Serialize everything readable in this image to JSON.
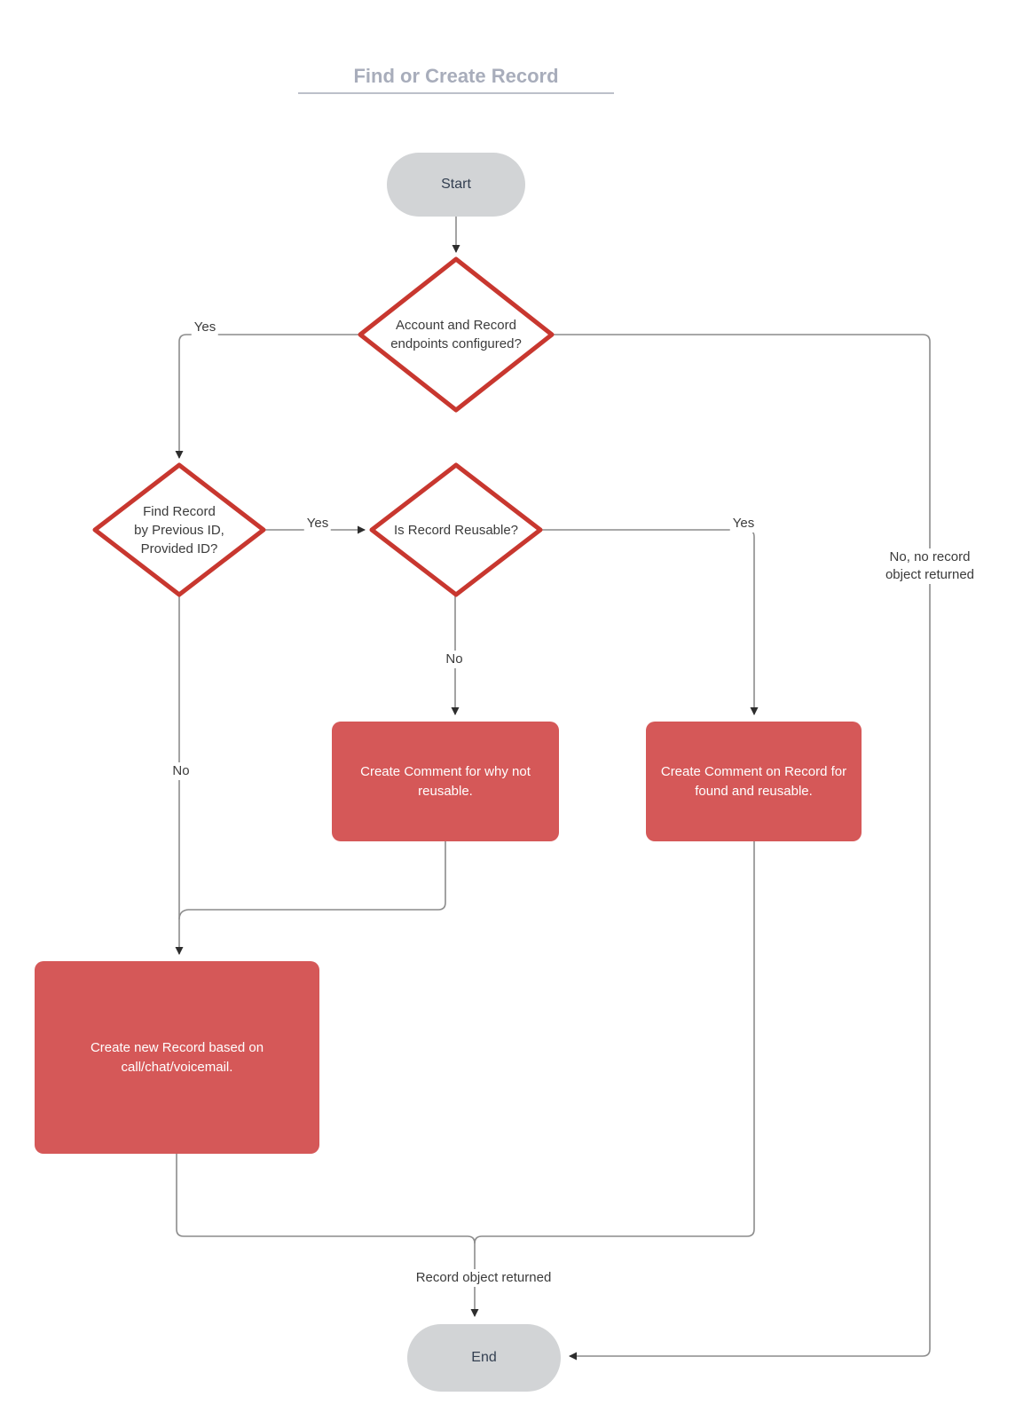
{
  "title": {
    "text": "Find or Create Record"
  },
  "nodes": {
    "start": {
      "label": "Start"
    },
    "decision_endpoints": {
      "lines": [
        "Account and Record",
        "endpoints configured?"
      ]
    },
    "decision_find_record": {
      "lines": [
        "Find Record",
        "by Previous ID,",
        "Provided ID?"
      ]
    },
    "decision_reusable": {
      "lines": [
        "Is Record Reusable?"
      ]
    },
    "process_comment_not_reusable": {
      "lines": [
        "Create Comment for why not",
        "reusable."
      ]
    },
    "process_comment_found": {
      "lines": [
        "Create Comment on Record for",
        "found and reusable."
      ]
    },
    "process_create_record": {
      "lines": [
        "Create new Record based on",
        "call/chat/voicemail."
      ]
    },
    "end": {
      "label": "End"
    }
  },
  "edge_labels": {
    "yes_endpoints": "Yes",
    "yes_find": "Yes",
    "yes_reusable": "Yes",
    "no_reusable": "No",
    "no_find": "No",
    "no_endpoints_line1": "No, no record",
    "no_endpoints_line2": "object returned",
    "record_returned": "Record object returned"
  },
  "colors": {
    "process_fill": "#d55858",
    "decision_stroke": "#c8372f",
    "terminator_fill": "#d2d4d6",
    "terminator_text": "#333f51",
    "connector_line": "#8c8c8c",
    "arrowhead": "#2d2d2d",
    "title_text": "#a8adbb",
    "diagram_text": "#3b3b3b",
    "process_text": "#ffffff"
  }
}
